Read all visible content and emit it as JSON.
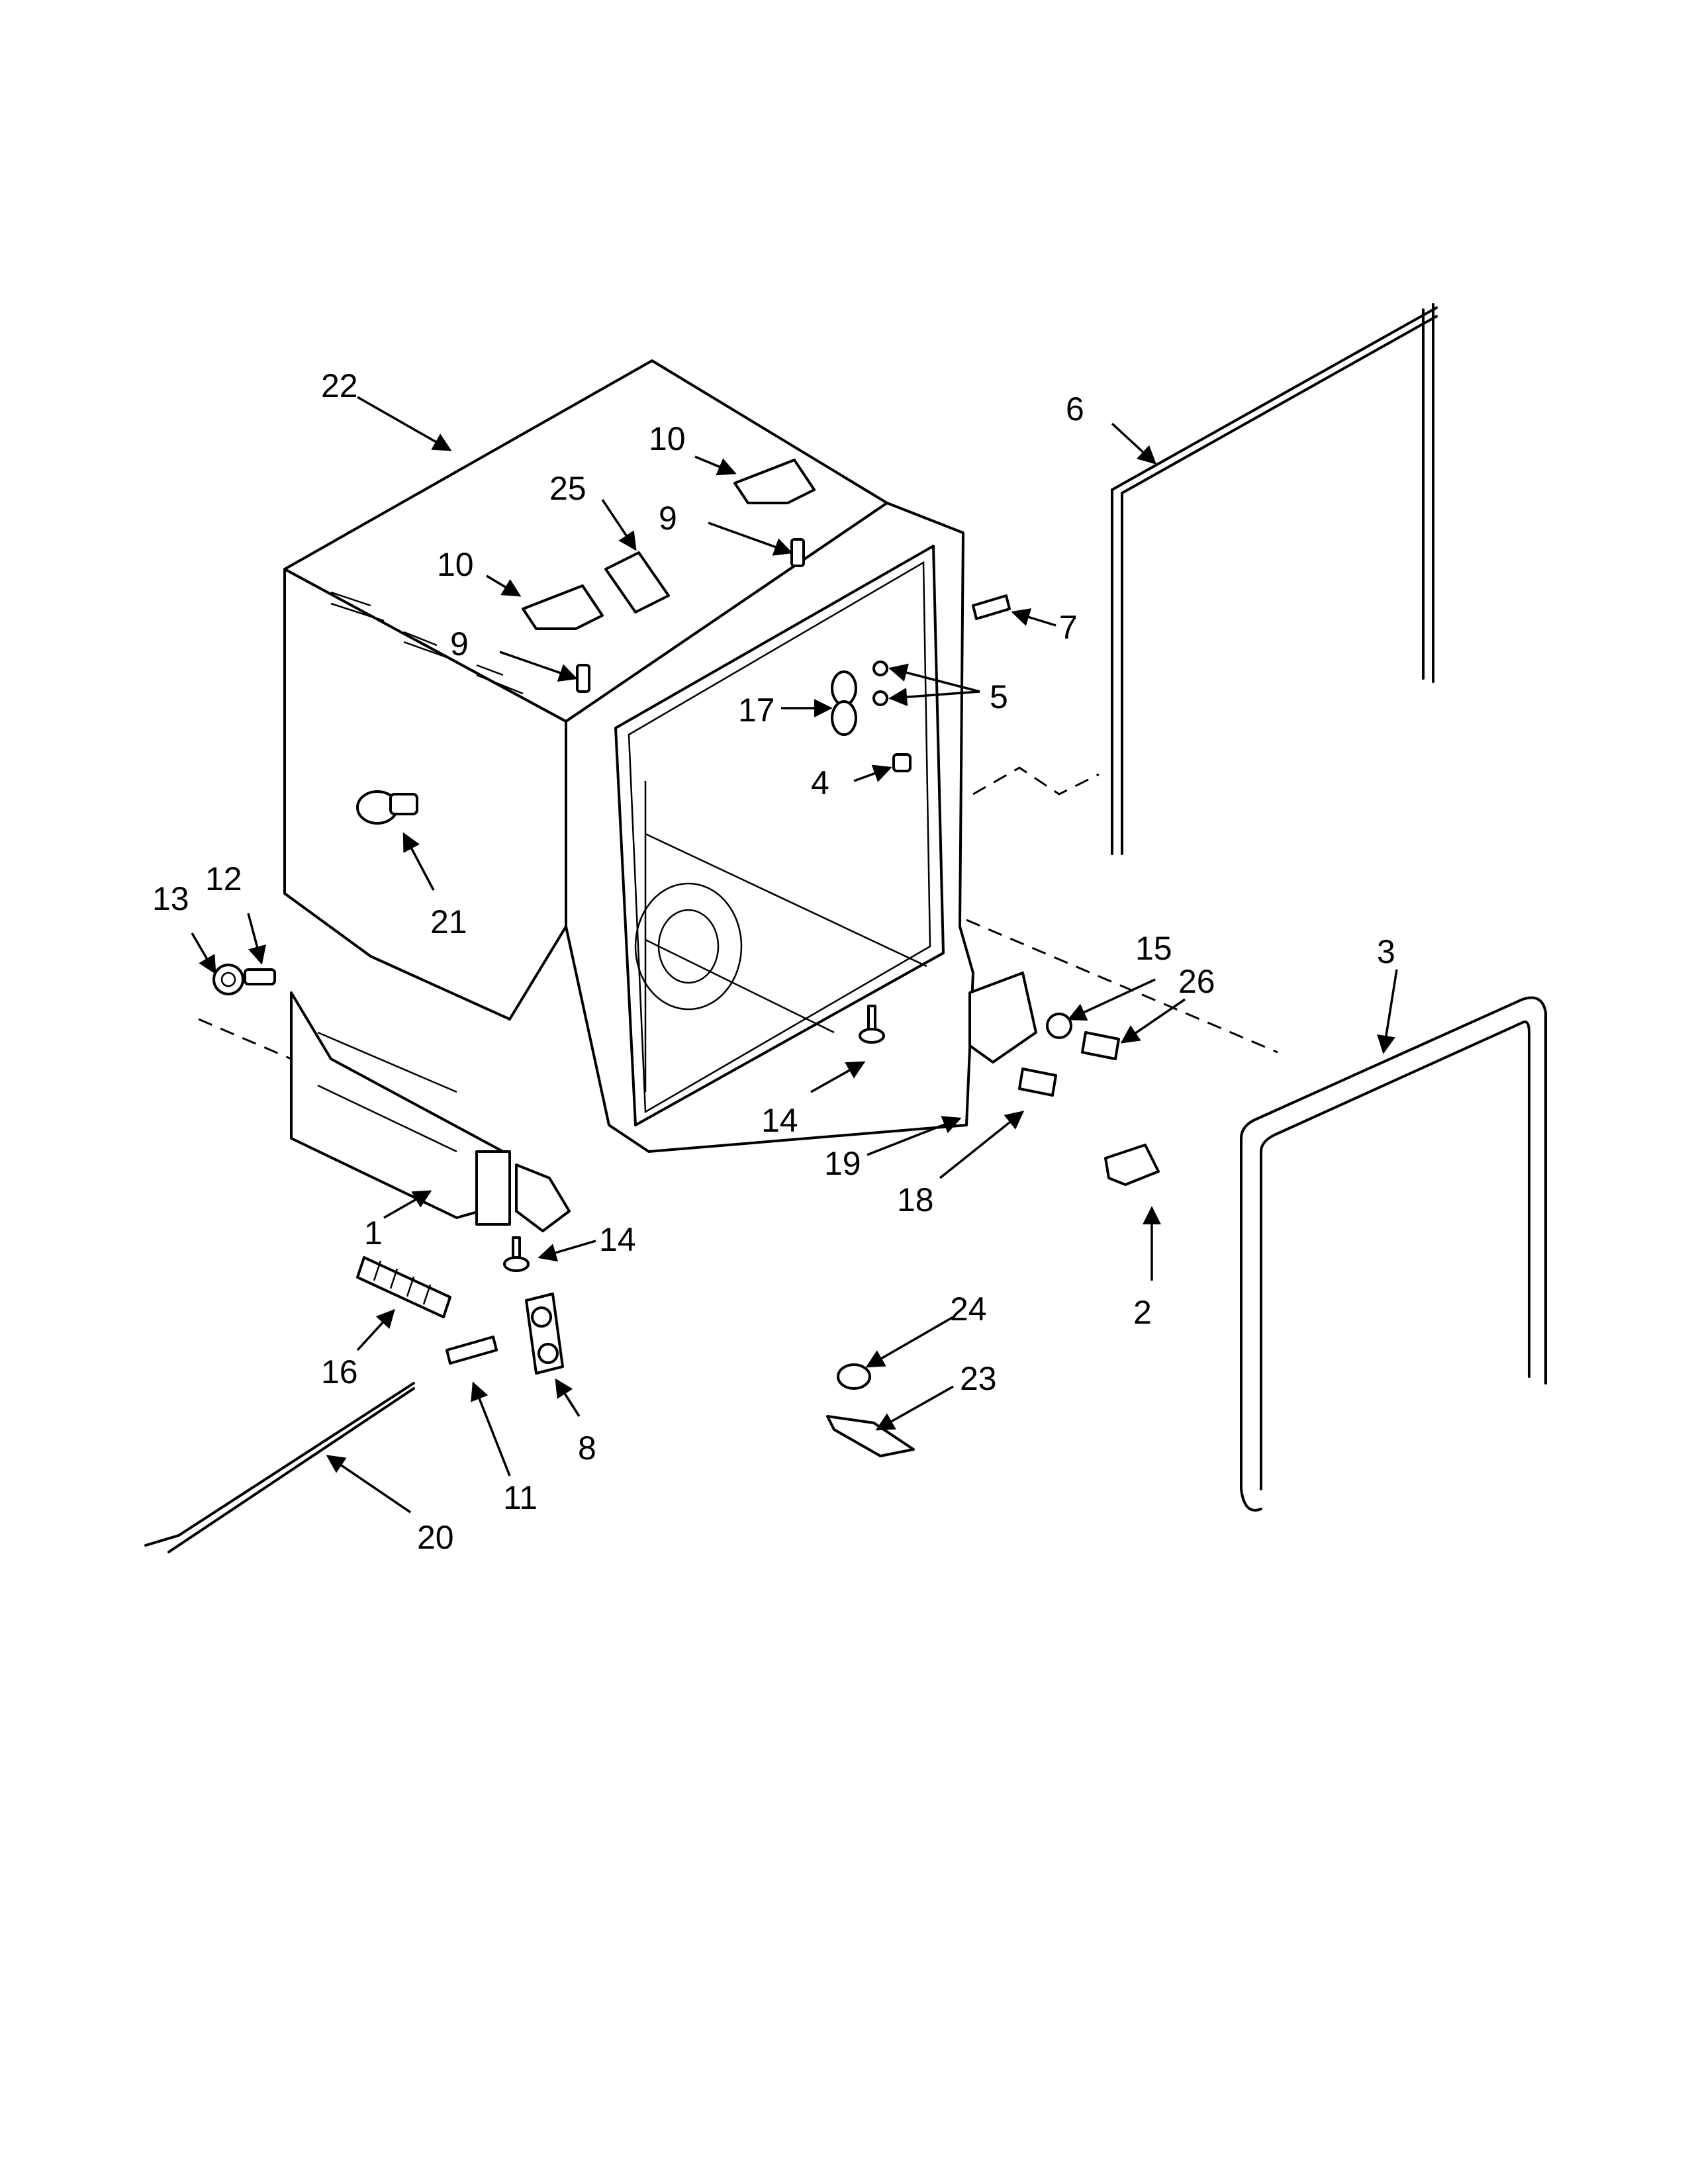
{
  "diagram": {
    "callouts": [
      "1",
      "2",
      "3",
      "4",
      "5",
      "6",
      "7",
      "8",
      "9",
      "9",
      "10",
      "10",
      "11",
      "12",
      "13",
      "14",
      "14",
      "15",
      "16",
      "17",
      "18",
      "19",
      "20",
      "21",
      "22",
      "23",
      "24",
      "25",
      "26"
    ]
  }
}
